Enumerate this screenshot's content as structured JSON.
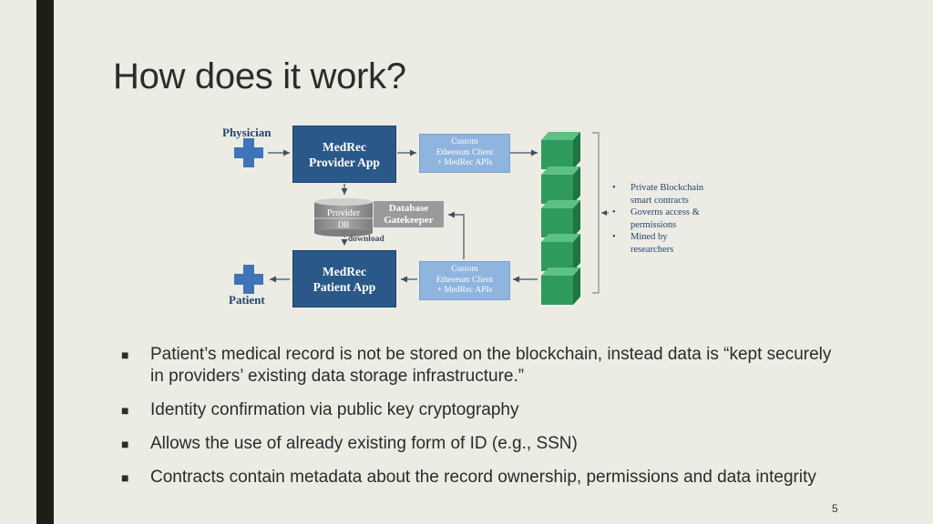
{
  "slide": {
    "title": "How does it work?",
    "page_number": "5"
  },
  "diagram": {
    "physician_label": "Physician",
    "patient_label": "Patient",
    "provider_app": [
      "MedRec",
      "Provider App"
    ],
    "patient_app": [
      "MedRec",
      "Patient App"
    ],
    "client_top": [
      "Custom",
      "Ethereum Client",
      "+ MedRec APIs"
    ],
    "client_bottom": [
      "Custom",
      "Ethereum Client",
      "+ MedRec APIs"
    ],
    "provider_db": [
      "Provider",
      "DB"
    ],
    "gatekeeper": [
      "Database",
      "Gatekeeper"
    ],
    "download_label": "download",
    "blockchain_notes": [
      [
        "Private Blockchain",
        "smart contracts"
      ],
      [
        "Governs access &",
        "permissions"
      ],
      [
        "Mined by",
        "researchers"
      ]
    ],
    "colors": {
      "dark_box": "#2a5889",
      "light_box": "#8fb4dd",
      "cross": "#3f74b8",
      "block": "#2e9a5c",
      "gatekeeper": "#9a9a9a"
    }
  },
  "bullets": [
    "Patient’s medical record is not be stored on the blockchain, instead data is “kept securely in providers’ existing data storage infrastructure.”",
    "Identity confirmation via public key cryptography",
    "Allows the use of already existing form of ID (e.g., SSN)",
    "Contracts contain metadata about the record ownership, permissions and data integrity"
  ],
  "bullet_marker": "■"
}
